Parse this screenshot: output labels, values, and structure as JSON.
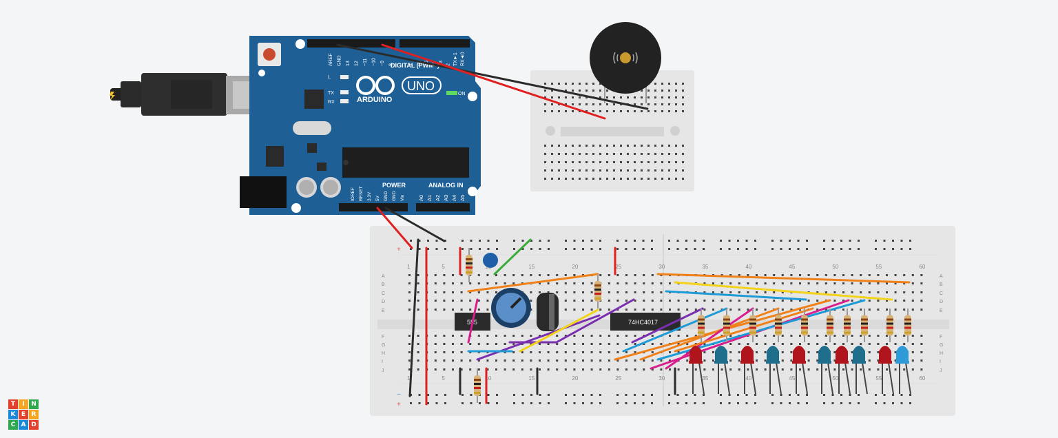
{
  "app": {
    "name": "Tinkercad",
    "logo_letters": [
      "T",
      "I",
      "N",
      "K",
      "E",
      "R",
      "C",
      "A",
      "D"
    ],
    "logo_colors": [
      "#e2412d",
      "#f5a623",
      "#2fa84f",
      "#1a8ad8",
      "#e2412d",
      "#f5a623",
      "#2fa84f",
      "#1a8ad8",
      "#e2412d"
    ]
  },
  "arduino": {
    "brand": "ARDUINO",
    "model": "UNO",
    "digital_label": "DIGITAL (PWM~)",
    "power_label": "POWER",
    "analog_label": "ANALOG IN",
    "on_label": "ON",
    "led_labels": [
      "L",
      "TX",
      "RX"
    ],
    "digital_pins": [
      "AREF",
      "GND",
      "13",
      "12",
      "~11",
      "~10",
      "~9",
      "8",
      "7",
      "~6",
      "~5",
      "4",
      "~3",
      "2",
      "TX►1",
      "RX◄0"
    ],
    "power_pins": [
      "IOREF",
      "RESET",
      "3.3V",
      "5V",
      "GND",
      "GND",
      "Vin"
    ],
    "analog_pins": [
      "A0",
      "A1",
      "A2",
      "A3",
      "A4",
      "A5"
    ]
  },
  "breadboard_main": {
    "column_numbers": [
      "1",
      "5",
      "10",
      "15",
      "20",
      "25",
      "30",
      "35",
      "40",
      "45",
      "50",
      "55",
      "60"
    ],
    "row_letters_top": [
      "A",
      "B",
      "C",
      "D",
      "E"
    ],
    "row_letters_bottom": [
      "F",
      "G",
      "H",
      "I",
      "J"
    ],
    "rail_plus": "+",
    "rail_minus": "−"
  },
  "chips": {
    "timer": "555",
    "counter": "74HC4017"
  },
  "leds": [
    "red",
    "blue",
    "red",
    "blue",
    "red",
    "blue",
    "red",
    "blue",
    "red",
    "blue"
  ],
  "colors": {
    "arduino": "#1e5f96",
    "breadboard": "#e6e6e6",
    "wire_red": "#e02020",
    "wire_black": "#2b2b2b",
    "wire_orange": "#f08018",
    "wire_blue": "#1e9ad6",
    "wire_yellow": "#f2d21a",
    "wire_purple": "#7a2fb0",
    "wire_pink": "#d81e8c",
    "wire_green": "#3aab3a",
    "led_red": "#b0141c",
    "led_blue": "#1f6e8c"
  }
}
